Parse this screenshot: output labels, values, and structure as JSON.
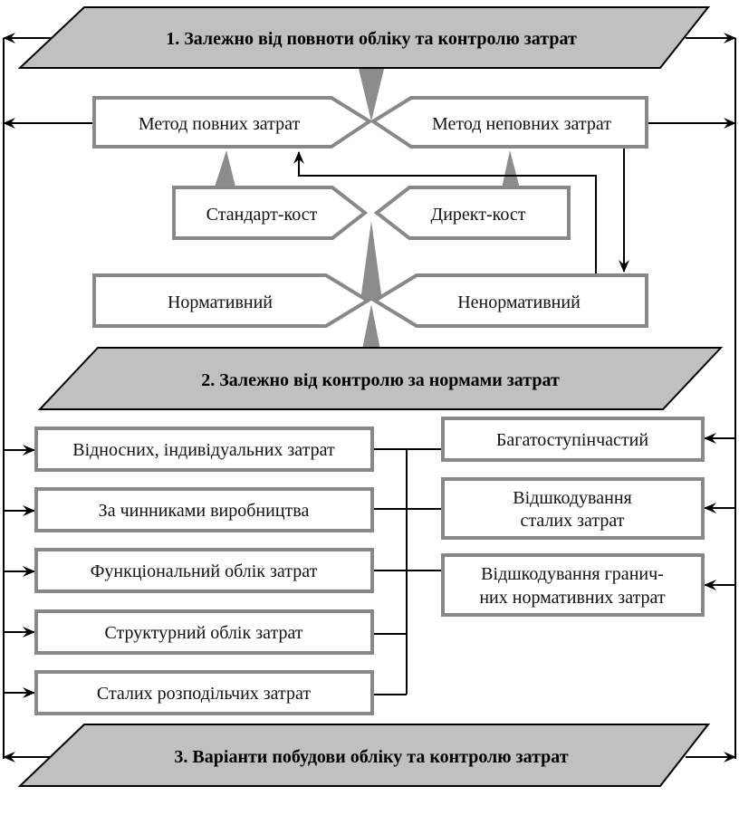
{
  "headers": {
    "h1": "1. Залежно від повноти обліку та контролю затрат",
    "h2": "2. Залежно від контролю за нормами затрат",
    "h3": "3. Варіанти побудови обліку та контролю затрат"
  },
  "methods": {
    "full_cost": "Метод повних затрат",
    "partial_cost": "Метод неповних затрат",
    "standard_cost": "Стандарт-кост",
    "direct_cost": "Директ-кост",
    "normative": "Нормативний",
    "non_normative": "Ненормативний"
  },
  "left_boxes": [
    "Відносних, індивідуальних затрат",
    "За чинниками виробництва",
    "Функціональний облік затрат",
    "Структурний облік затрат",
    "Сталих розподільчих затрат"
  ],
  "right_boxes": [
    {
      "line1": "Багатоступінчастий",
      "line2": ""
    },
    {
      "line1": "Відшкодування",
      "line2": "сталих затрат"
    },
    {
      "line1": "Відшкодування гранич-",
      "line2": "них нормативних затрат"
    }
  ],
  "colors": {
    "header_fill": "#c0c0c0",
    "box_border": "#888888",
    "wedge": "#8c8c8c",
    "line": "#000000"
  }
}
